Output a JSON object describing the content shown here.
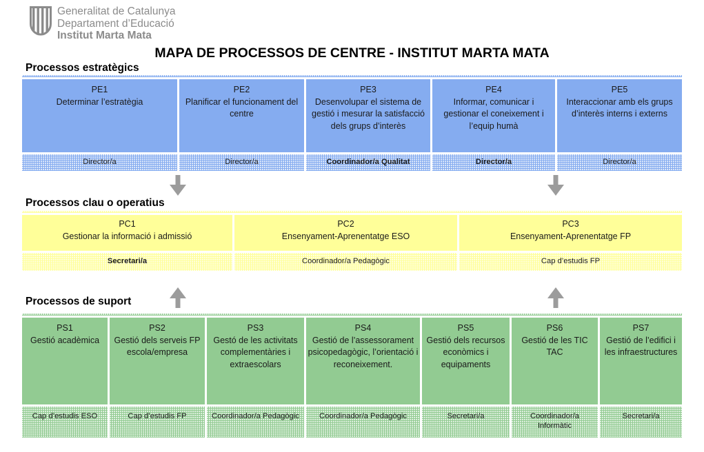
{
  "colors": {
    "c-blue": "#85ACF0",
    "c-yellow": "#FFFF99",
    "c-green": "#92CB92",
    "c-arrow": "#9C9C9C",
    "c-logo": "#8B8B8B"
  },
  "logo": {
    "line1": "Generalitat de Catalunya",
    "line2": "Departament d’Educació",
    "line3": "Institut Marta Mata"
  },
  "title": "MAPA DE PROCESSOS DE CENTRE - INSTITUT MARTA MATA",
  "sections": {
    "estrategics": {
      "label": "Processos estratègics",
      "processes": [
        {
          "code": "PE1",
          "name": "Determinar l’estratègia",
          "role": "Director/a",
          "role_bold": false
        },
        {
          "code": "PE2",
          "name": "Planificar el funcionament del centre",
          "role": "Director/a",
          "role_bold": false
        },
        {
          "code": "PE3",
          "name": "Desenvolupar el sistema de gestió i mesurar la satisfacció dels grups d’interès",
          "role": "Coordinador/a Qualitat",
          "role_bold": true
        },
        {
          "code": "PE4",
          "name": "Informar, comunicar i gestionar el coneixement i l’equip humà",
          "role": "Director/a",
          "role_bold": true
        },
        {
          "code": "PE5",
          "name": "Interaccionar amb els grups d’interès interns i externs",
          "role": "Director/a",
          "role_bold": false
        }
      ]
    },
    "clau": {
      "label": "Processos clau o operatius",
      "processes": [
        {
          "code": "PC1",
          "name": "Gestionar la informació i admissió",
          "role": "Secretari/a",
          "role_bold": true
        },
        {
          "code": "PC2",
          "name": "Ensenyament-Aprenentatge ESO",
          "role": "Coordinador/a Pedagògic",
          "role_bold": false
        },
        {
          "code": "PC3",
          "name": "Ensenyament-Aprenentatge FP",
          "role": "Cap d’estudis FP",
          "role_bold": false
        }
      ]
    },
    "suport": {
      "label": "Processos de suport",
      "processes": [
        {
          "code": "PS1",
          "name": "Gestió acadèmica",
          "role": "Cap d’estudis ESO",
          "role_bold": false
        },
        {
          "code": "PS2",
          "name": "Gestió dels serveis FP escola/empresa",
          "role": "Cap d’estudis FP",
          "role_bold": false
        },
        {
          "code": "PS3",
          "name": "Gestó de les activitats complementàries i extraescolars",
          "role": "Coordinador/a Pedagògic",
          "role_bold": false
        },
        {
          "code": "PS4",
          "name": "Gestió de l’assessorament psicopedagògic, l’orientació i reconeixement.",
          "role": "Coordinador/a Pedagògic",
          "role_bold": false
        },
        {
          "code": "PS5",
          "name": "Gestió dels recursos econòmics i equipaments",
          "role": "Secretari/a",
          "role_bold": false
        },
        {
          "code": "PS6",
          "name": "Gestió de les TIC TAC",
          "role": "Coordinador/a Informàtic",
          "role_bold": false
        },
        {
          "code": "PS7",
          "name": "Gestió de l’edifici i les infraestructures",
          "role": "Secretari/a",
          "role_bold": false
        }
      ]
    }
  }
}
